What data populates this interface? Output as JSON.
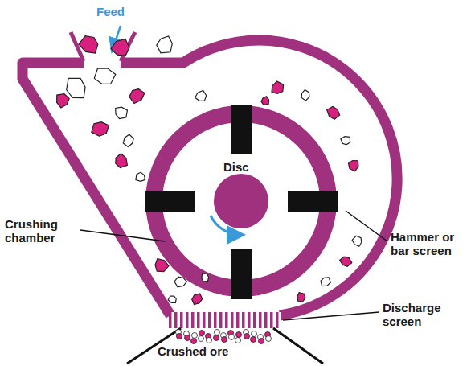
{
  "diagram": {
    "labels": [
      "Feed",
      "Disc",
      "Hammer or bar screen",
      "Crushing chamber",
      "Discharge screen",
      "Crushed ore"
    ]
  }
}
